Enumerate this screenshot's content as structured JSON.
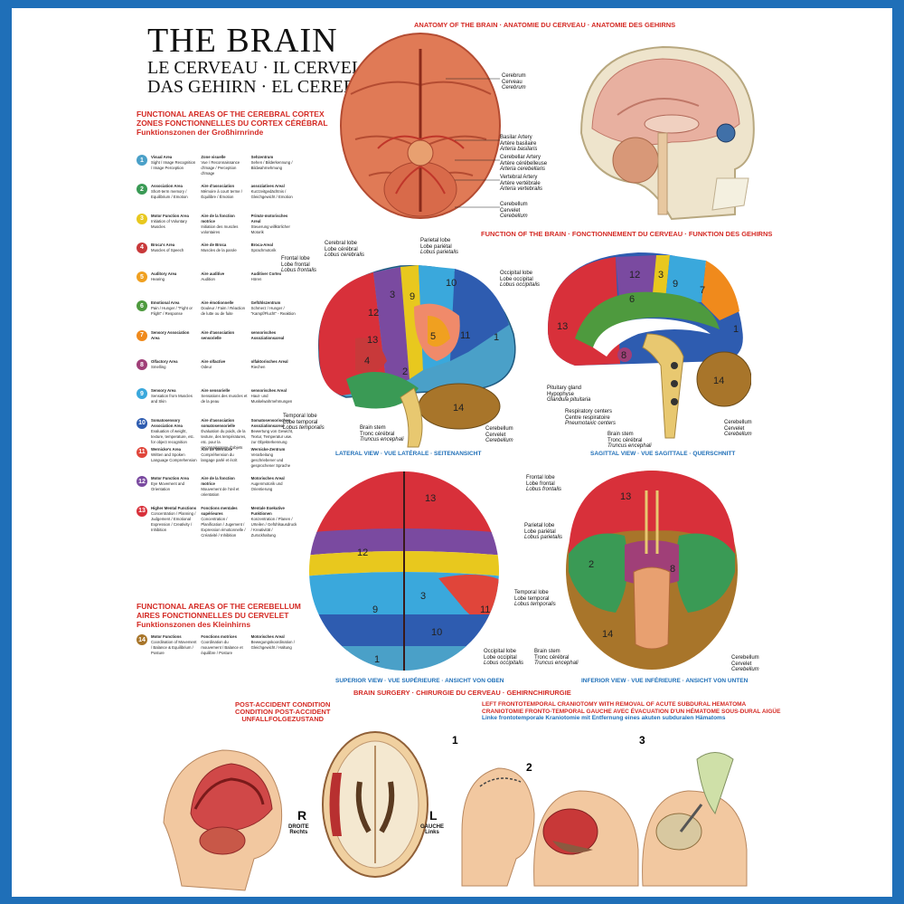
{
  "title": "THE BRAIN",
  "subtitles": [
    "LE CERVEAU · IL CERVELLO",
    "DAS GEHIRN · EL CEREBRO"
  ],
  "sections": {
    "anatomy": "ANATOMY OF THE BRAIN · ANATOMIE DU CERVEAU · ANATOMIE DES GEHIRNS",
    "function": "FUNCTION OF THE BRAIN · FONCTIONNEMENT DU CERVEAU · FUNKTION DES GEHIRNS",
    "surgery": "BRAIN SURGERY · CHIRURGIE DU CERVEAU · GEHIRNCHIRURGIE"
  },
  "cortex_head": [
    "FUNCTIONAL AREAS OF THE CEREBRAL CORTEX",
    "ZONES FONCTIONNELLES DU CORTEX CÉRÉBRAL",
    "Funktionszonen der Großhirnrinde"
  ],
  "cerebellum_head": [
    "FUNCTIONAL AREAS OF THE CEREBELLUM",
    "AIRES FONCTIONNELLES DU CERVELET",
    "Funktionszonen des Kleinhirns"
  ],
  "legend": [
    {
      "n": "1",
      "color": "#4aa0c8",
      "en": "Visual Area",
      "en_d": "Sight / Image Recognition / Image Perception",
      "fr": "Zone visuelle",
      "fr_d": "Vue / Reconnaissance d'image / Perception d'image",
      "de": "Sehzentrum",
      "de_d": "Sehen / Bilderkennung / Bildwahrnehmung"
    },
    {
      "n": "2",
      "color": "#3a9a55",
      "en": "Association Area",
      "en_d": "Short-term memory / Equilibrium / Emotion",
      "fr": "Aire d'association",
      "fr_d": "Mémoire à court terme / Équilibre / Émotion",
      "de": "assoziatives Areal",
      "de_d": "Kurzzeitgedächtnis / Gleichgewicht / Emotion"
    },
    {
      "n": "3",
      "color": "#e8c81e",
      "en": "Motor Function Area",
      "en_d": "Initiation of Voluntary Muscles",
      "fr": "Aire de la fonction motrice",
      "fr_d": "Initiation des muscles volontaires",
      "de": "Primär-motorisches Areal",
      "de_d": "Steuerung willkürlicher Motorik"
    },
    {
      "n": "4",
      "color": "#c8393a",
      "en": "Broca's Area",
      "en_d": "Muscles of Speech",
      "fr": "Aire de Broca",
      "fr_d": "Muscles de la parole",
      "de": "Broca-Areal",
      "de_d": "Sprachmotorik"
    },
    {
      "n": "5",
      "color": "#f0a020",
      "en": "Auditory Area",
      "en_d": "Hearing",
      "fr": "Aire auditive",
      "fr_d": "Audition",
      "de": "Auditiver Cortex",
      "de_d": "Hören"
    },
    {
      "n": "6",
      "color": "#4e9a3e",
      "en": "Emotional Area",
      "en_d": "Pain / Hunger / \"Fight or Flight\" / Response",
      "fr": "Aire émotionnelle",
      "fr_d": "Douleur / Faim / Réaction de lutte ou de fuite",
      "de": "Gefühlszentrum",
      "de_d": "Schmerz / Hunger / \"Kampf/Flucht\" - Reaktion"
    },
    {
      "n": "7",
      "color": "#f08a1c",
      "en": "Sensory Association Area",
      "en_d": "",
      "fr": "Aire d'association sensorielle",
      "fr_d": "",
      "de": "sensorisches Assoziationsareal",
      "de_d": ""
    },
    {
      "n": "8",
      "color": "#a03f78",
      "en": "Olfactory Area",
      "en_d": "Smelling",
      "fr": "Aire olfactive",
      "fr_d": "Odeur",
      "de": "olfaktorisches Areal",
      "de_d": "Riechen"
    },
    {
      "n": "9",
      "color": "#3aa8dc",
      "en": "Sensory Area",
      "en_d": "Sensation from Muscles and Skin",
      "fr": "Aire sensorielle",
      "fr_d": "Sensations des muscles et de la peau",
      "de": "sensorisches Areal",
      "de_d": "Haut- und Muskelwahrnehmungen"
    },
    {
      "n": "10",
      "color": "#2e5cb0",
      "en": "Somatosensory Association Area",
      "en_d": "Evaluation of weight, texture, temperature, etc. for object recognition",
      "fr": "Aire d'association somatosensorielle",
      "fr_d": "Évaluation du poids, de la texture, des températures, etc. pour la reconnaissance d'objets",
      "de": "Somatosensorisches Assoziationsareal",
      "de_d": "Bewertung von Gewicht, Textur, Temperatur usw. zur Objekterkennung"
    },
    {
      "n": "11",
      "color": "#e0453a",
      "en": "Wernicke's Area",
      "en_d": "Written and Spoken Language Comprehension",
      "fr": "Aire de Wernicke",
      "fr_d": "Compréhension du langage parlé et écrit",
      "de": "Wernicke-Zentrum",
      "de_d": "Verarbeitung geschriebener und gesprochener Sprache"
    },
    {
      "n": "12",
      "color": "#7a4aa0",
      "en": "Motor Function Area",
      "en_d": "Eye Movement and Orientation",
      "fr": "Aire de la fonction motrice",
      "fr_d": "Mouvement de l'œil et orientation",
      "de": "Motorisches Areal",
      "de_d": "Augenmotorik und Orientierung"
    },
    {
      "n": "13",
      "color": "#d8303a",
      "en": "Higher Mental Functions",
      "en_d": "Concentration / Planning / Judgement / Emotional Expression / Creativity / Inhibition",
      "fr": "Fonctions mentales supérieures",
      "fr_d": "Concentration / Planification / Jugement / Expression émotionnelle / Créativité / Inhibition",
      "de": "Mentale Exekutive Funktionen",
      "de_d": "Konzentration / Planen / Urteilen / Gefühlsausdruck / Kreativität / Zurückhaltung"
    }
  ],
  "cerebellum_legend": {
    "n": "14",
    "color": "#a8752a",
    "en": "Motor Functions",
    "en_d": "Coordination of Movement / Balance & Equilibrium / Posture",
    "fr": "Fonctions motrices",
    "fr_d": "Coordination du mouvement / Balance et équilibre / Posture",
    "de": "Motorisches Areal",
    "de_d": "Bewegungskoordination / Gleichgewicht / Haltung"
  },
  "captions": {
    "cerebrum": [
      "Cerebrum",
      "Cerveau",
      "Cerebrum"
    ],
    "basilar": [
      "Basilar Artery",
      "Artère basilaire",
      "Arteria basilaris"
    ],
    "cerebellar": [
      "Cerebellar Artery",
      "Artère cérébelleuse",
      "Arteria cerebellaris"
    ],
    "vertebral": [
      "Vertebral Artery",
      "Artère vertébrale",
      "Arteria vertebralis"
    ],
    "cerebellum": [
      "Cerebellum",
      "Cervelet",
      "Cerebellum"
    ],
    "cerebral_lobe": [
      "Cerebral lobe",
      "Lobe cérébral",
      "Lobus cerebralis"
    ],
    "parietal": [
      "Parietal lobe",
      "Lobe pariétal",
      "Lobus parietalis"
    ],
    "frontal": [
      "Frontal lobe",
      "Lobe frontal",
      "Lobus frontalis"
    ],
    "occipital": [
      "Occipital lobe",
      "Lobe occipital",
      "Lobus occipitalis"
    ],
    "temporal": [
      "Temporal lobe",
      "Lobe temporal",
      "Lobus temporalis"
    ],
    "brainstem": [
      "Brain stem",
      "Tronc cérébral",
      "Truncus encephali"
    ],
    "pituitary": [
      "Pituitary gland",
      "Hypophyse",
      "Glandula pituitaria"
    ],
    "respiratory": [
      "Respiratory centers",
      "Centre respiratoire",
      "Pneumotaxic centers"
    ]
  },
  "views": {
    "lateral": "LATERAL VIEW · VUE LATÉRALE · SEITENANSICHT",
    "sagittal": "SAGITTAL VIEW · VUE SAGITTALE · QUERSCHNITT",
    "superior": "SUPERIOR VIEW · VUE SUPÉRIEURE · ANSICHT VON OBEN",
    "inferior": "INFERIOR VIEW · VUE INFÉRIEURE · ANSICHT VON UNTEN"
  },
  "surgery": {
    "post_accident": [
      "POST-ACCIDENT CONDITION",
      "CONDITION POST-ACCIDENT",
      "UNFALLFOLGEZUSTAND"
    ],
    "craniotomy": [
      "LEFT FRONTOTEMPORAL CRANIOTOMY WITH REMOVAL OF ACUTE SUBDURAL HEMATOMA",
      "CRANIOTOMIE FRONTO-TEMPORAL GAUCHE AVEC ÉVACUATION D'UN HÉMATOME SOUS-DURAL AIGÜE",
      "Linke frontotemporale Kraniotomie mit Entfernung eines akuten subduralen Hämatoms"
    ],
    "right": "R",
    "right_sub": [
      "DROITE",
      "Rechts"
    ],
    "left": "L",
    "left_sub": [
      "GAUCHE",
      "Links"
    ],
    "steps": [
      "1",
      "2",
      "3"
    ]
  },
  "colors": {
    "frame": "#1f6fb8",
    "heading": "#d42a24",
    "view": "#1f6fb8"
  }
}
